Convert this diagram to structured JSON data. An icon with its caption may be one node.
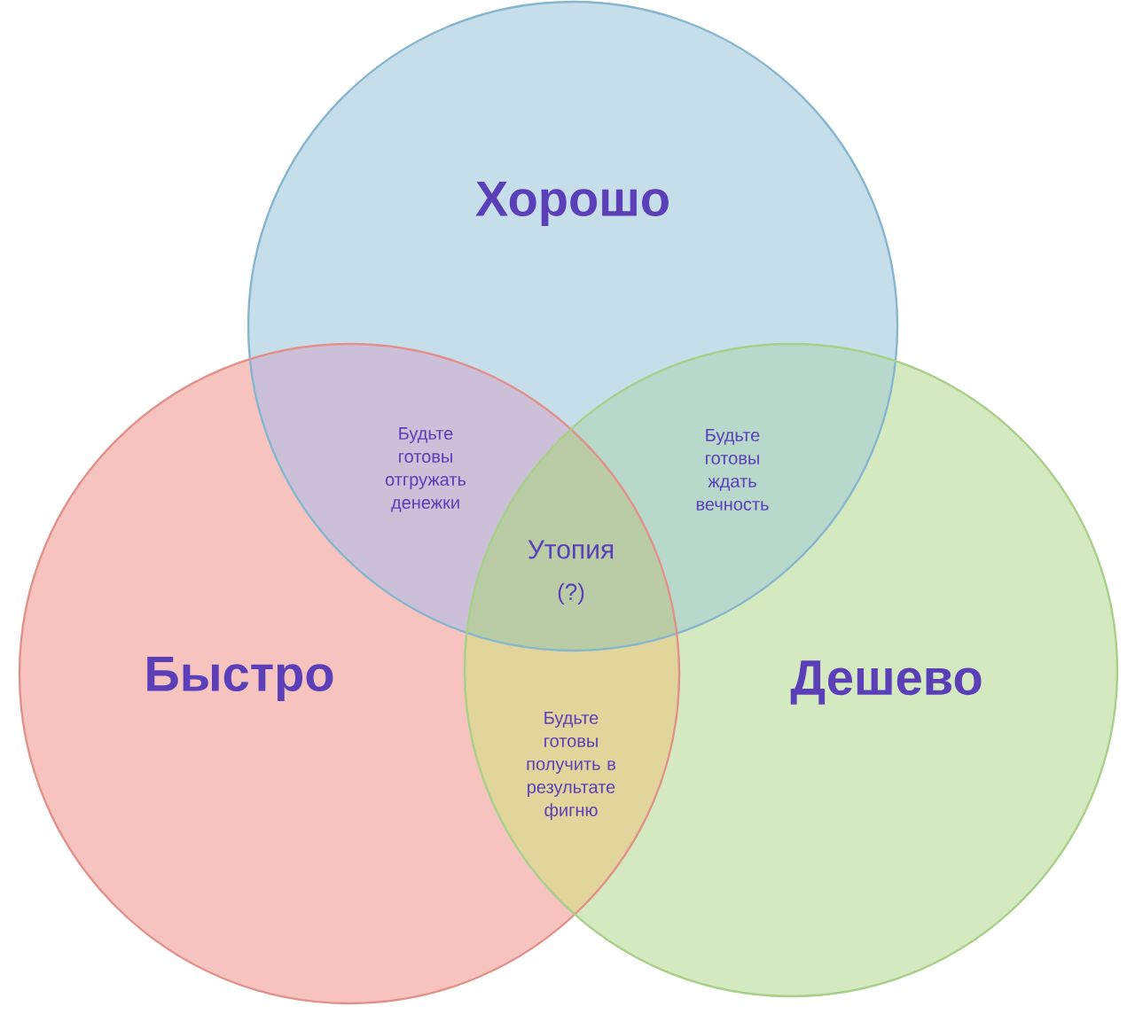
{
  "diagram": {
    "nodes": [
      {
        "text": [
          "Хорошо"
        ]
      },
      {
        "text": [
          "Быстро"
        ]
      },
      {
        "text": [
          "Дешево"
        ]
      }
    ],
    "edges": [],
    "labels": [
      "Будьте готовы отгружать денежки",
      "Будьте готовы ждать вечность",
      "Утопия",
      "(?)",
      "Будьте готовы получить в результате фигню"
    ]
  }
}
